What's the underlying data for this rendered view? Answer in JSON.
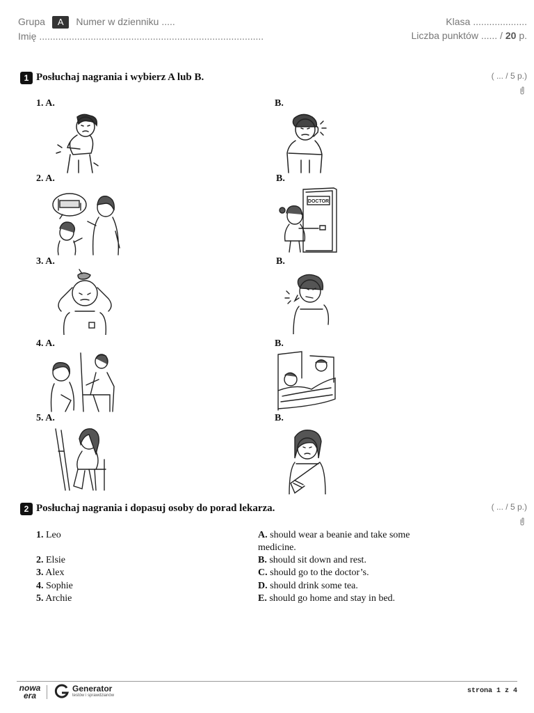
{
  "header": {
    "grupa_label": "Grupa",
    "grupa_value": "A",
    "numer_label": "Numer w dzienniku .....",
    "imie_label": "Imię ...................................................................................",
    "klasa_label": "Klasa ....................",
    "punkty_label": "Liczba punktów ...... /",
    "punkty_total": "20",
    "punkty_unit": "p."
  },
  "task1": {
    "number": "1",
    "title": "Posłuchaj nagrania i wybierz A lub B.",
    "points": "( ... / 5 p.)",
    "rows": [
      {
        "num": "1. A.",
        "b": "B."
      },
      {
        "num": "2. A.",
        "b": "B."
      },
      {
        "num": "3. A.",
        "b": "B."
      },
      {
        "num": "4. A.",
        "b": "B."
      },
      {
        "num": "5. A.",
        "b": "B."
      }
    ],
    "door_sign": "DOCTOR"
  },
  "task2": {
    "number": "2",
    "title": "Posłuchaj nagrania i dopasuj osoby do porad lekarza.",
    "points": "( ... / 5 p.)",
    "people": [
      {
        "num": "1.",
        "name": "Leo"
      },
      {
        "num": "2.",
        "name": "Elsie"
      },
      {
        "num": "3.",
        "name": "Alex"
      },
      {
        "num": "4.",
        "name": "Sophie"
      },
      {
        "num": "5.",
        "name": "Archie"
      }
    ],
    "advice": [
      {
        "letter": "A.",
        "text": "should wear a beanie and take some"
      },
      {
        "letter": "",
        "text": "medicine."
      },
      {
        "letter": "B.",
        "text": "should sit down and rest."
      },
      {
        "letter": "C.",
        "text": "should go to the doctor’s."
      },
      {
        "letter": "D.",
        "text": "should drink some tea."
      },
      {
        "letter": "E.",
        "text": "should go home and stay in bed."
      }
    ]
  },
  "footer": {
    "logo_nowa": "nowa",
    "logo_era": "era",
    "generator": "Generator",
    "generator_sub": "testów i sprawdzianów",
    "page": "strona 1 z 4"
  }
}
